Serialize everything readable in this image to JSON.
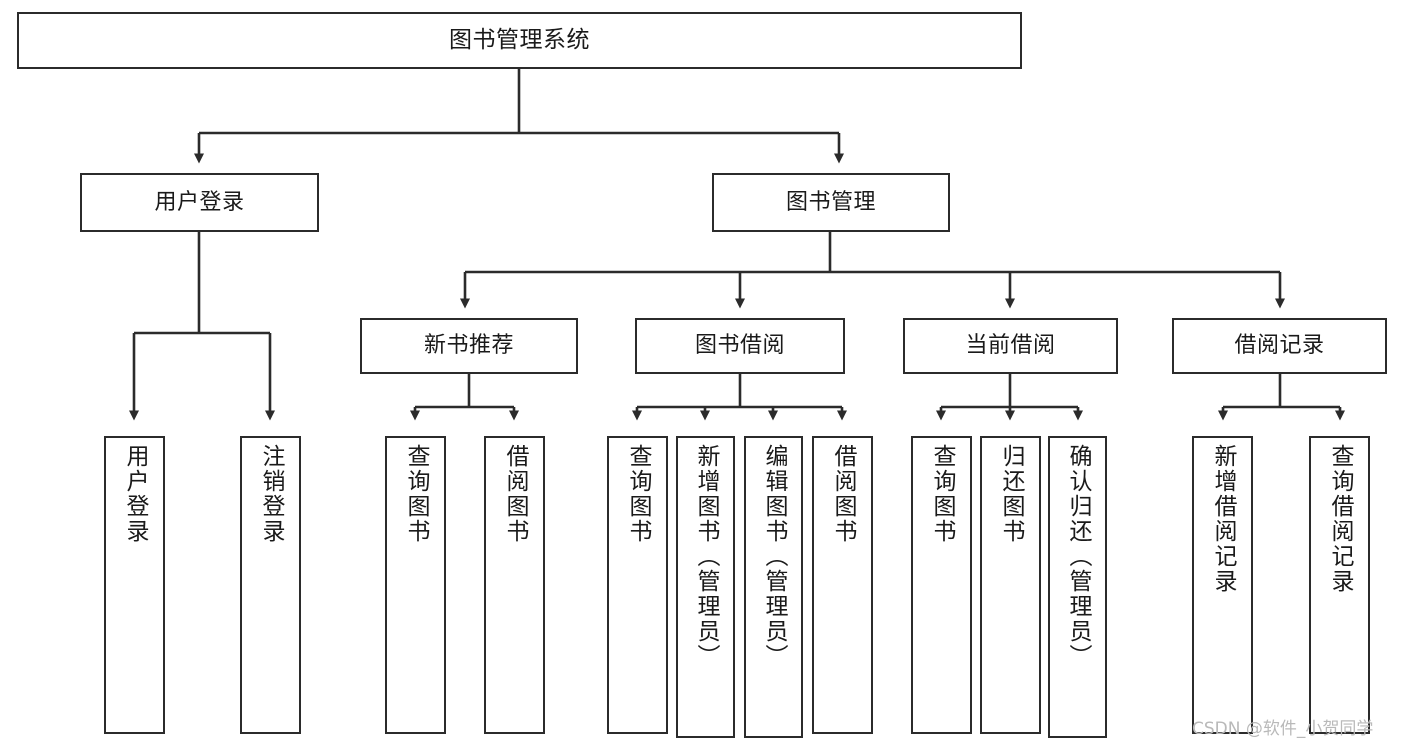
{
  "diagram": {
    "title": "图书管理系统",
    "type": "tree-hierarchy-chart",
    "colors": {
      "stroke": "#2b2b2b",
      "fill": "#ffffff",
      "text": "#1a1a1a",
      "background": "#ffffff",
      "watermark": "#b9b9b9"
    },
    "root": {
      "label": "图书管理系统"
    },
    "level2": [
      {
        "label": "用户登录"
      },
      {
        "label": "图书管理"
      }
    ],
    "level3": [
      {
        "label": "新书推荐"
      },
      {
        "label": "图书借阅"
      },
      {
        "label": "当前借阅"
      },
      {
        "label": "借阅记录"
      }
    ],
    "leaves": {
      "user_login": [
        {
          "label": "用户登录"
        },
        {
          "label": "注销登录"
        }
      ],
      "new_book_recommend": [
        {
          "label": "查询图书"
        },
        {
          "label": "借阅图书"
        }
      ],
      "book_borrow": [
        {
          "label": "查询图书"
        },
        {
          "label": "新增图书（管理员）"
        },
        {
          "label": "编辑图书（管理员）"
        },
        {
          "label": "借阅图书"
        }
      ],
      "current_borrow": [
        {
          "label": "查询图书"
        },
        {
          "label": "归还图书"
        },
        {
          "label": "确认归还（管理员）"
        }
      ],
      "borrow_record": [
        {
          "label": "新增借阅记录"
        },
        {
          "label": "查询借阅记录"
        }
      ]
    }
  },
  "watermark": {
    "text": "CSDN @软件_小贺同学"
  }
}
